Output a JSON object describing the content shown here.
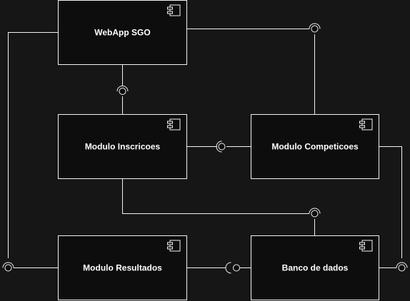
{
  "diagram": {
    "components": {
      "webapp": "WebApp SGO",
      "inscricoes": "Modulo Inscricoes",
      "competicoes": "Modulo Competicoes",
      "resultados": "Modulo Resultados",
      "banco": "Banco de dados"
    },
    "icon": "uml-component-icon",
    "colors": {
      "background": "#161616",
      "box_fill": "#0d0d0d",
      "stroke": "#f2f2f2",
      "text": "#ffffff"
    }
  }
}
